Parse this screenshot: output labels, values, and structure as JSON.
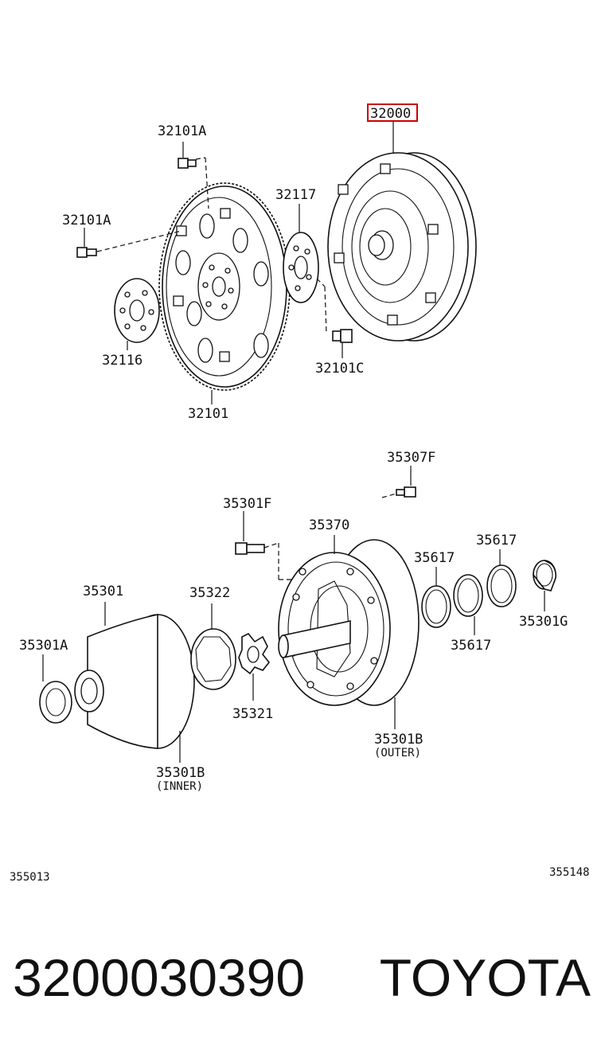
{
  "highlight_color": "#cc0000",
  "labels": {
    "p32000": "32000",
    "p32101A_top": "32101A",
    "p32101A_left": "32101A",
    "p32117": "32117",
    "p32116": "32116",
    "p32101": "32101",
    "p32101C": "32101C",
    "p35307F": "35307F",
    "p35301F": "35301F",
    "p35370": "35370",
    "p35617_a": "35617",
    "p35617_b": "35617",
    "p35617_c": "35617",
    "p35301": "35301",
    "p35322": "35322",
    "p35301A": "35301A",
    "p35321": "35321",
    "p35301G": "35301G",
    "p35301B_inner": "35301B",
    "p35301B_inner_note": "(INNER)",
    "p35301B_outer": "35301B",
    "p35301B_outer_note": "(OUTER)"
  },
  "ref_left": "355013",
  "ref_right": "355148",
  "part_number": "3200030390",
  "brand": "TOYOTA"
}
